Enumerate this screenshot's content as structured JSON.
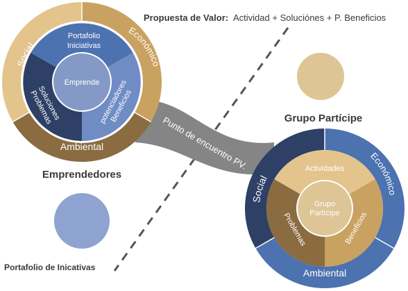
{
  "header": {
    "title_bold": "Propuesta de Valor:",
    "title_rest": "Actividad + Soluciónes + P. Beneficios"
  },
  "left_wheel": {
    "outer": {
      "social": "Social",
      "economico": "Económico",
      "ambiental": "Ambiental"
    },
    "inner": {
      "portafolio_line1": "Portafolio",
      "portafolio_line2": "Iniciativas",
      "soluciones_line1": "Soluciones",
      "soluciones_line2": "Problemas",
      "potenciadores_line1": "potenciadores",
      "potenciadores_line2": "Beneficios"
    },
    "center": "Emprende"
  },
  "bridge_label": "Punto de encuentro PV.",
  "right_wheel": {
    "outer": {
      "social": "Social",
      "economico": "Económico",
      "ambiental": "Ambiental"
    },
    "inner": {
      "actividades": "Actividades",
      "problemas": "Problemas",
      "beneficios": "Beneficios"
    },
    "center_line1": "Grupo",
    "center_line2": "Partícipe"
  },
  "labels": {
    "emprendedores": "Emprendedores",
    "grupo_participe": "Grupo Partícipe",
    "portafolio": "Portafolio de Inicativas"
  },
  "colors": {
    "tan": "#c9a261",
    "tan_light": "#e3c48c",
    "brown": "#8a6c40",
    "brown_dark": "#6e5535",
    "navy": "#2e4066",
    "blue": "#4c72b0",
    "blue_mid": "#6f8cc4",
    "blue_light": "#8499c6",
    "gray": "#858585",
    "circle_beige": "#ddc596",
    "circle_blue": "#8ea3cf"
  }
}
